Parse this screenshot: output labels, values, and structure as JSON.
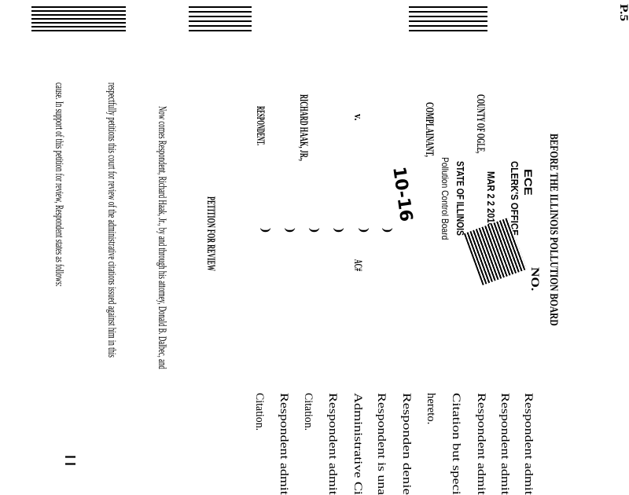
{
  "page_number": "P.5",
  "caption": {
    "title": "BEFORE THE ILLINOIS POLLUTION BOARD",
    "case_no": "NO.",
    "plaintiff": "COUNTY OF OGLE,",
    "plaintiff_role": "COMPLAINANT,",
    "versus": "v.",
    "defendant": "RICHARD HAAK, JR.,",
    "defendant_role": "RESPONDENT.",
    "case_type": "AC#",
    "paren": ")"
  },
  "stamp": {
    "line1": "ECE",
    "line2": "CLERK'S OFFICE",
    "date": "MAR 2 2 2010",
    "line3": "STATE OF ILLINOIS",
    "line4": "Pollution Control Board",
    "handwritten": "10-16"
  },
  "heading": "PETITION FOR REVIEW",
  "body": [
    "Now comes Respondent, Richard Haak, Jr., by and through his attorney, Donald B. Dalbec, and",
    "respectfully petitions this court for review of the administrative citations issued against him in this",
    "cause. In support of this petition for review, Respondent states as follows:"
  ],
  "next_column": [
    "Respondent admit",
    "Respondent admit",
    "Respondent admit",
    "Citation but speci",
    "hereto.",
    "Responden denie",
    "Respondent is una",
    "Administrative Ci",
    "Respondent admit",
    "Citation.",
    "Respondent admit",
    "Citation."
  ],
  "margin_mark": "||"
}
